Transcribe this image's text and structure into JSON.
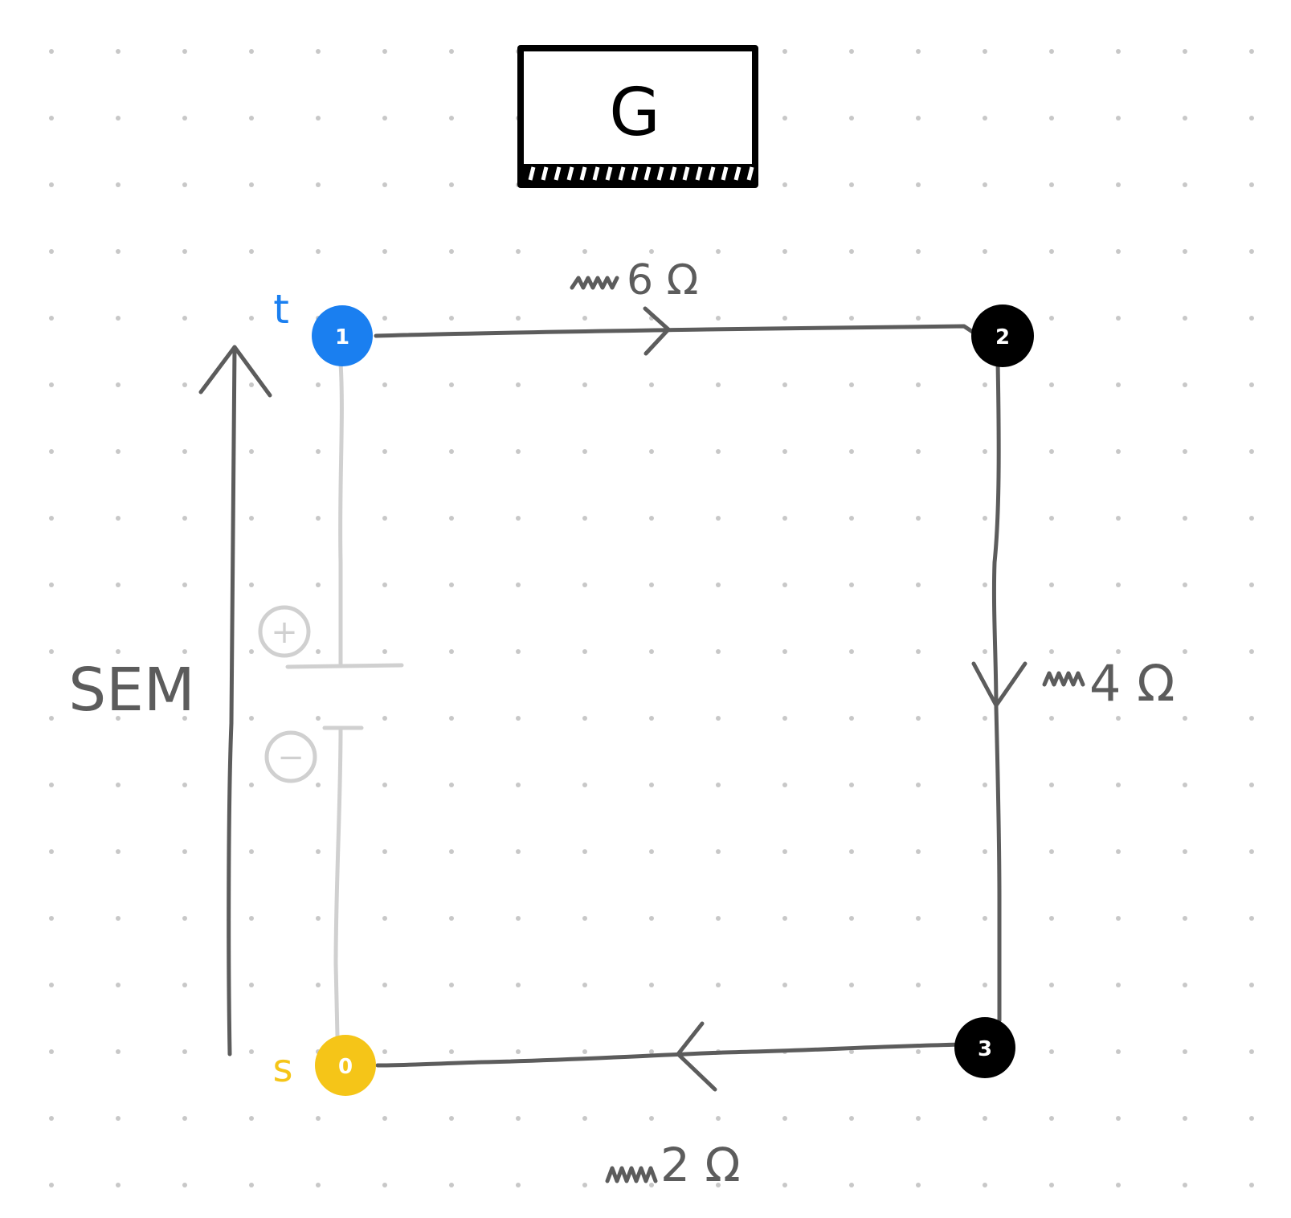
{
  "graph": {
    "title": "G",
    "colors": {
      "wire": "#5c5c5c",
      "battery": "#d0d0d0",
      "source_node": "#f5c518",
      "sink_node": "#1a7ff0",
      "node": "#000000",
      "dot_grid": "#c8c8c8"
    },
    "nodes": [
      {
        "id": "0",
        "label": "0",
        "tag": "s",
        "color": "#f5c518"
      },
      {
        "id": "1",
        "label": "1",
        "tag": "t",
        "color": "#1a7ff0"
      },
      {
        "id": "2",
        "label": "2",
        "tag": "",
        "color": "#000000"
      },
      {
        "id": "3",
        "label": "3",
        "tag": "",
        "color": "#000000"
      }
    ],
    "edges": [
      {
        "from": "1",
        "to": "2",
        "resistance": "6 Ω"
      },
      {
        "from": "2",
        "to": "3",
        "resistance": "4 Ω"
      },
      {
        "from": "3",
        "to": "0",
        "resistance": "2 Ω"
      }
    ],
    "source": {
      "label": "SEM",
      "plus_symbol": "+",
      "minus_symbol": "−"
    }
  }
}
